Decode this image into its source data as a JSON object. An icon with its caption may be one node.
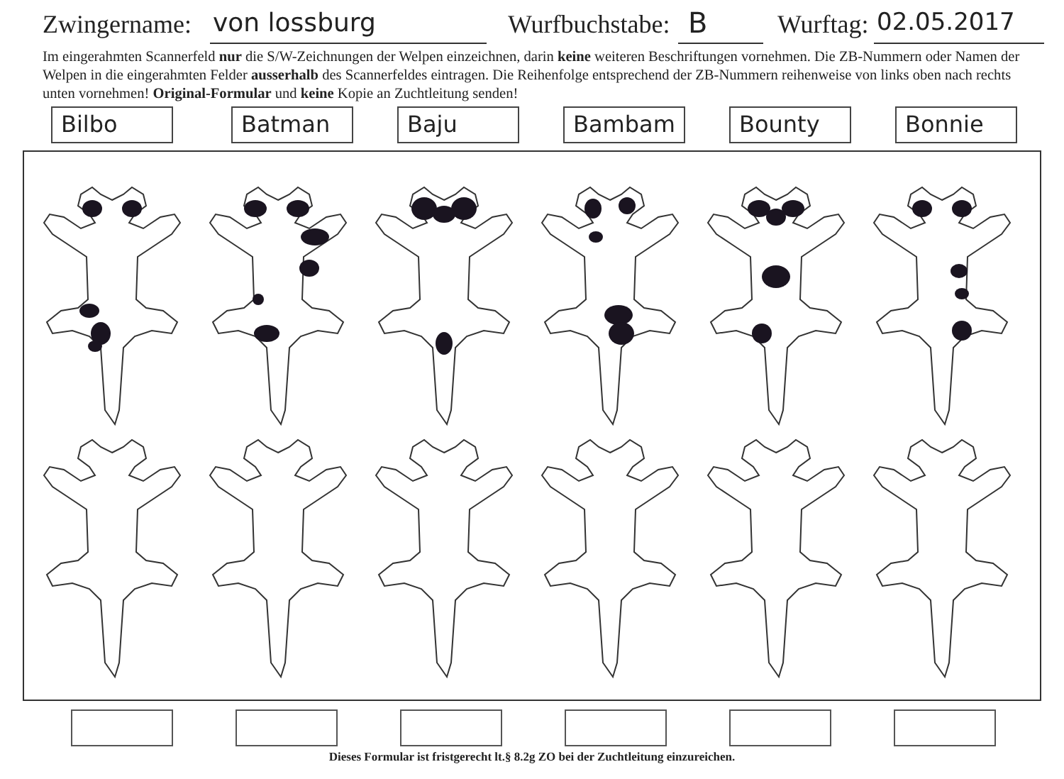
{
  "diagram": {
    "nodes": [
      {
        "text": [
          "Bilbo"
        ]
      },
      {
        "text": [
          "Batman"
        ]
      },
      {
        "text": [
          "Baju"
        ]
      },
      {
        "text": [
          "Bambam"
        ]
      },
      {
        "text": [
          "Bounty"
        ]
      },
      {
        "text": [
          "Bonnie"
        ]
      },
      {
        "text": [],
        "shape": "box"
      },
      {
        "text": [],
        "shape": "picture",
        "in": 6
      },
      {
        "text": [],
        "shape": "picture",
        "in": 6
      },
      {
        "text": [],
        "shape": "picture",
        "in": 6
      },
      {
        "text": [],
        "shape": "picture",
        "in": 6
      },
      {
        "text": [],
        "shape": "picture",
        "in": 6
      },
      {
        "text": [],
        "shape": "picture",
        "in": 6
      },
      {
        "text": [],
        "shape": "picture",
        "in": 6
      },
      {
        "text": [],
        "shape": "picture",
        "in": 6
      },
      {
        "text": [],
        "shape": "picture",
        "in": 6
      },
      {
        "text": [],
        "shape": "picture",
        "in": 6
      },
      {
        "text": [],
        "shape": "picture",
        "in": 6
      },
      {
        "text": [],
        "shape": "picture",
        "in": 6
      },
      {
        "text": [],
        "shape": "box"
      },
      {
        "text": [],
        "shape": "box"
      },
      {
        "text": [],
        "shape": "box"
      },
      {
        "text": [],
        "shape": "box"
      },
      {
        "text": [],
        "shape": "box"
      },
      {
        "text": [],
        "shape": "box"
      }
    ],
    "labels": [
      "Zwingername:",
      "von lossburg",
      "Wurfbuchstabe:",
      "B",
      "Wurftag:",
      "02.05.2017",
      "Im eingerahmten Scannerfeld **nur** die S/W-Zeichnungen der Welpen einzeichnen, darin **keine** weiteren Beschriftungen vornehmen. Die ZB-Nummern oder Namen der Welpen in die eingerahmten Felder **ausserhalb** des Scannerfeldes eintragen. Die Reihenfolge entsprechend der ZB-Nummern reihenweise von links oben nach rechts unten vornehmen! **Original-Formular** und **keine** Kopie an Zuchtleitung senden!",
      "Dieses Formular ist fristgerecht lt.§ 8.2g ZO bei der Zuchtleitung einzureichen."
    ]
  }
}
